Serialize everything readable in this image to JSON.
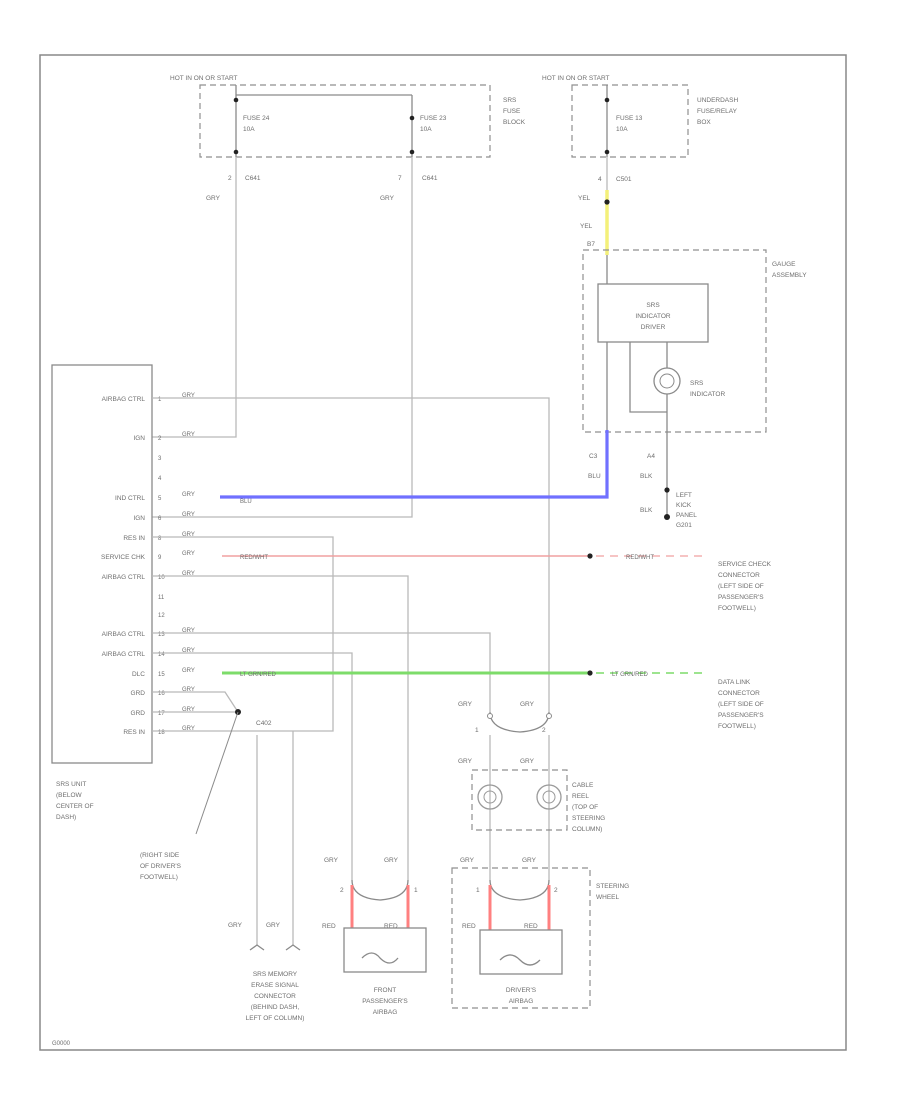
{
  "colors": {
    "blue_wire": "#7070ff",
    "red_wire": "#ff8080",
    "pink_wire": "#f0a0a0",
    "green_wire": "#7ddc6a",
    "yellow_wire": "#f4f07a",
    "gray_wire": "#b9b9b9",
    "border": "#888888",
    "text": "#6e6e6e"
  },
  "hot_left": "HOT IN ON OR START",
  "hot_right": "HOT IN ON OR START",
  "srs_fuse_block": [
    "SRS",
    "FUSE",
    "BLOCK"
  ],
  "underdash_box": [
    "UNDERDASH",
    "FUSE/RELAY",
    "BOX"
  ],
  "fuse24": [
    "FUSE 24",
    "10A"
  ],
  "fuse23": [
    "FUSE 23",
    "10A"
  ],
  "fuse13": [
    "FUSE 13",
    "10A"
  ],
  "c641_left": "C641",
  "c641_right": "C641",
  "c501": "C501",
  "pin2": "2",
  "pin7": "7",
  "pin4": "4",
  "grn_left": "GRY",
  "grn_right": "GRY",
  "yel_top": "YEL",
  "yel_bottom": "YEL",
  "gauge_pin": "B7",
  "gauge_assembly": [
    "GAUGE",
    "ASSEMBLY"
  ],
  "srs_driver": [
    "SRS",
    "INDICATOR",
    "DRIVER"
  ],
  "srs_indicator": [
    "SRS",
    "INDICATOR"
  ],
  "gauge_c3": "C3",
  "gauge_a4": "A4",
  "blu_label": "BLU",
  "blk_upper": "BLK",
  "blk_lower": "BLK",
  "left_kick": [
    "LEFT",
    "KICK",
    "PANEL",
    "G201"
  ],
  "srs_rows": [
    {
      "name": "AIRBAG CTRL",
      "pin": "1",
      "wire": "GRY"
    },
    {
      "name": "IGN",
      "pin": "2",
      "wire": "GRY"
    },
    {
      "name": "",
      "pin": "3",
      "wire": ""
    },
    {
      "name": "",
      "pin": "4",
      "wire": ""
    },
    {
      "name": "IND CTRL",
      "pin": "5",
      "wire": "GRY"
    },
    {
      "name": "IGN",
      "pin": "6",
      "wire": "GRY"
    },
    {
      "name": "RES IN",
      "pin": "8",
      "wire": "GRY"
    },
    {
      "name": "SERVICE CHK",
      "pin": "9",
      "wire": "GRY"
    },
    {
      "name": "AIRBAG CTRL",
      "pin": "10",
      "wire": "GRY"
    },
    {
      "name": "",
      "pin": "11",
      "wire": ""
    },
    {
      "name": "",
      "pin": "12",
      "wire": ""
    },
    {
      "name": "AIRBAG CTRL",
      "pin": "13",
      "wire": "GRY"
    },
    {
      "name": "AIRBAG CTRL",
      "pin": "14",
      "wire": "GRY"
    },
    {
      "name": "DLC",
      "pin": "15",
      "wire": "GRY"
    },
    {
      "name": "GRD",
      "pin": "16",
      "wire": "GRY"
    },
    {
      "name": "GRD",
      "pin": "17",
      "wire": "GRY"
    },
    {
      "name": "RES IN",
      "pin": "18",
      "wire": "GRY"
    }
  ],
  "blu_wire_label": "BLU",
  "red_wire_label": "RED/WHT",
  "green_wire_label": "LT GRN/RED",
  "red_right_label": "RED/WHT",
  "green_right_label": "LT GRN/RED",
  "service_check": [
    "SERVICE CHECK",
    "CONNECTOR",
    "(LEFT SIDE OF",
    "PASSENGER'S",
    "FOOTWELL)"
  ],
  "data_link": [
    "DATA LINK",
    "CONNECTOR",
    "(LEFT SIDE OF",
    "PASSENGER'S",
    "FOOTWELL)"
  ],
  "c402": "C402",
  "srs_unit": [
    "SRS UNIT",
    "(BELOW",
    "CENTER OF",
    "DASH)"
  ],
  "right_side": [
    "(RIGHT SIDE",
    "OF DRIVER'S",
    "FOOTWELL)"
  ],
  "memory_erase": [
    "SRS MEMORY",
    "ERASE SIGNAL",
    "CONNECTOR",
    "(BEHIND DASH,",
    "LEFT OF COLUMN)"
  ],
  "cable_reel": [
    "CABLE",
    "REEL",
    "(TOP OF",
    "STEERING",
    "COLUMN)"
  ],
  "steering_wheel": [
    "STEERING",
    "WHEEL"
  ],
  "front_pass": [
    "FRONT",
    "PASSENGER'S",
    "AIRBAG"
  ],
  "driver_airbag": [
    "DRIVER'S",
    "AIRBAG"
  ],
  "gry": "GRY",
  "red": "RED",
  "num1": "1",
  "num2": "2",
  "corner_code": "G0000"
}
